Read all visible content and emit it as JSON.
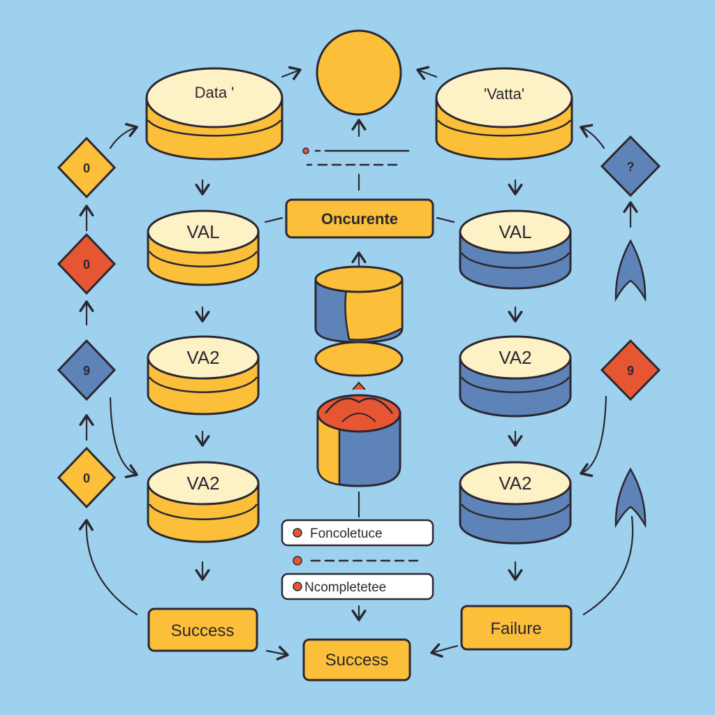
{
  "colors": {
    "background": "#9dd1ee",
    "yellow": "#fbbf3a",
    "yellow_light": "#fde49a",
    "cream": "#fdf1c6",
    "blue": "#5e83b8",
    "blue_dark": "#3f5f92",
    "red": "#e65633",
    "outline": "#2b2730",
    "arrow": "#2b2730"
  },
  "databases": {
    "data_top_left": "Data '",
    "vatta_top_right": "'Vatta'",
    "left_val": "VAL",
    "right_val": "VAL",
    "left_va2_a": "VA2",
    "right_va2_a": "VA2",
    "left_va2_b": "VA2",
    "right_va2_b": "VA2"
  },
  "center": {
    "concurrent_label": "Oncurente"
  },
  "legend": {
    "item1": "Foncoletuce",
    "item2": "Ncompletetee"
  },
  "outcomes": {
    "left_success": "Success",
    "right_failure": "Failure",
    "bottom_success": "Success"
  },
  "diamonds": {
    "left_1": "0",
    "left_2": "0",
    "left_3": "9",
    "left_4": "0",
    "right_1": "?",
    "right_2": "9"
  }
}
